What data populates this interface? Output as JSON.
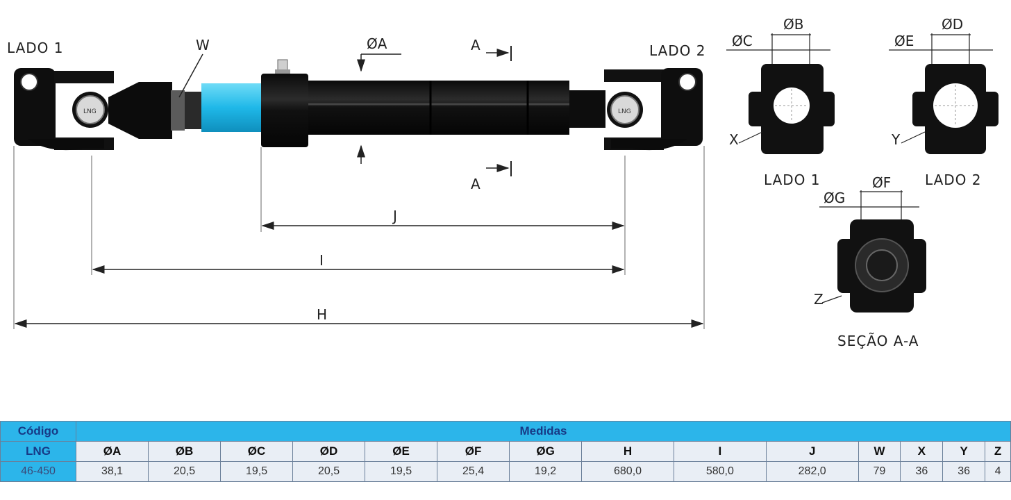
{
  "drawing": {
    "side1": "LADO 1",
    "side2": "LADO 2",
    "label_w": "W",
    "label_a_dia": "ØA",
    "section_a_top": "A",
    "section_a_bottom": "A",
    "dim_j": "J",
    "dim_i": "I",
    "dim_h": "H",
    "hub_marking": "LNG",
    "lado1_view": {
      "dia_b": "ØB",
      "dia_c": "ØC",
      "marker": "X",
      "caption": "LADO 1"
    },
    "lado2_view": {
      "dia_d": "ØD",
      "dia_e": "ØE",
      "marker": "Y",
      "caption": "LADO 2"
    },
    "section_view": {
      "dia_f": "ØF",
      "dia_g": "ØG",
      "marker": "Z",
      "caption": "SEÇÃO A-A"
    }
  },
  "table": {
    "code_header": "Código",
    "measures_header": "Medidas",
    "brand": "LNG",
    "columns": [
      "ØA",
      "ØB",
      "ØC",
      "ØD",
      "ØE",
      "ØF",
      "ØG",
      "H",
      "I",
      "J",
      "W",
      "X",
      "Y",
      "Z"
    ],
    "code": "46-450",
    "values": [
      "38,1",
      "20,5",
      "19,5",
      "20,5",
      "19,5",
      "25,4",
      "19,2",
      "680,0",
      "580,0",
      "282,0",
      "79",
      "36",
      "36",
      "4"
    ]
  },
  "colors": {
    "header_blue": "#2cb5ea",
    "header_text": "#173a86",
    "cell_bg": "#e9eef5",
    "part_black": "#111111",
    "tube_cyan": "#29c6f0"
  }
}
